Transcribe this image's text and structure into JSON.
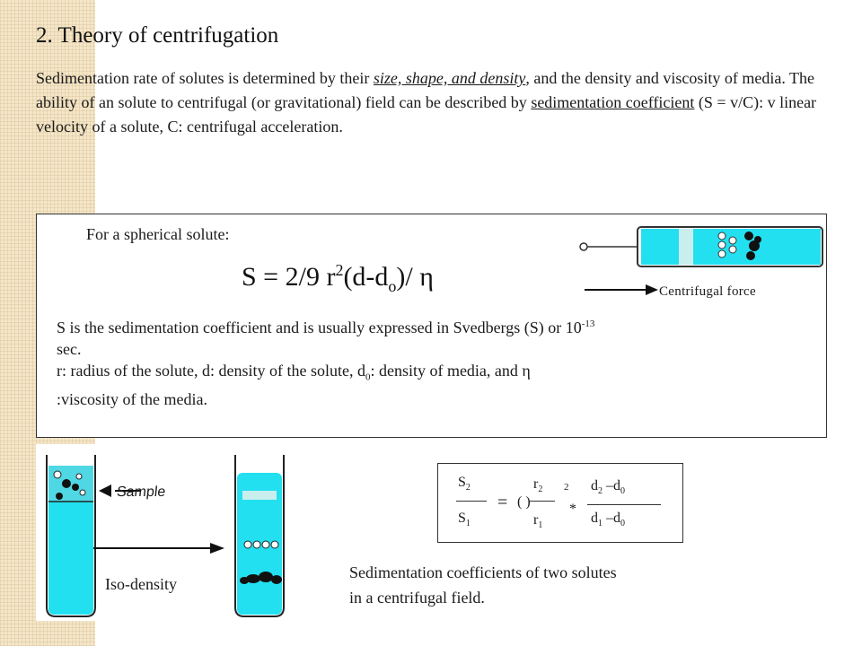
{
  "slide": {
    "title": "2. Theory of centrifugation",
    "intro": {
      "p1": "Sedimentation rate of solutes is determined by their ",
      "emph": "size, shape, and density",
      "p2": ", and the density and viscosity of media.  The ability of an solute to centrifugal (or gravitational) field can be described by ",
      "term": "sedimentation coefficient",
      "p3": " (S = v/C): v linear velocity of a solute, C: centrifugal acceleration."
    },
    "box": {
      "lead": "For a spherical solute:",
      "formula": {
        "a": "S = 2/9 r",
        "sup": "2",
        "b": "(d-d",
        "sub": "o",
        "c": ")/ η"
      },
      "desc": {
        "l1a": "S is the sedimentation coefficient and is usually expressed in Svedbergs (S) or 10",
        "l1sup": "-13",
        "l1b": " sec.",
        "l2a": "r: radius of the solute, d: density of the solute, d",
        "l2sub": "0",
        "l2b": ": density of media, and η",
        "l3": ":viscosity of the media."
      },
      "force_label": "Centrifugal force"
    },
    "figure": {
      "sample_label": "Sample",
      "iso_label": "Iso-density"
    },
    "equation": {
      "s2": "S",
      "s2sub": "2",
      "s1": "S",
      "s1sub": "1",
      "eq": "=",
      "r2": "r",
      "r2sub": "2",
      "r1": "r",
      "r1sub": "1",
      "paren": "( )",
      "exp": "2",
      "times": "*",
      "num": "d",
      "numsub": "2",
      "num_rest": " –d",
      "numsub2": "0",
      "den": "d",
      "densub": "1",
      "den_rest": " –d",
      "densub2": "0"
    },
    "caption": {
      "l1": "Sedimentation coefficients of two solutes",
      "l2": "in a centrifugal field."
    },
    "colors": {
      "tube_fill": "#22e0f0",
      "strip": "#f4e6c8"
    }
  }
}
